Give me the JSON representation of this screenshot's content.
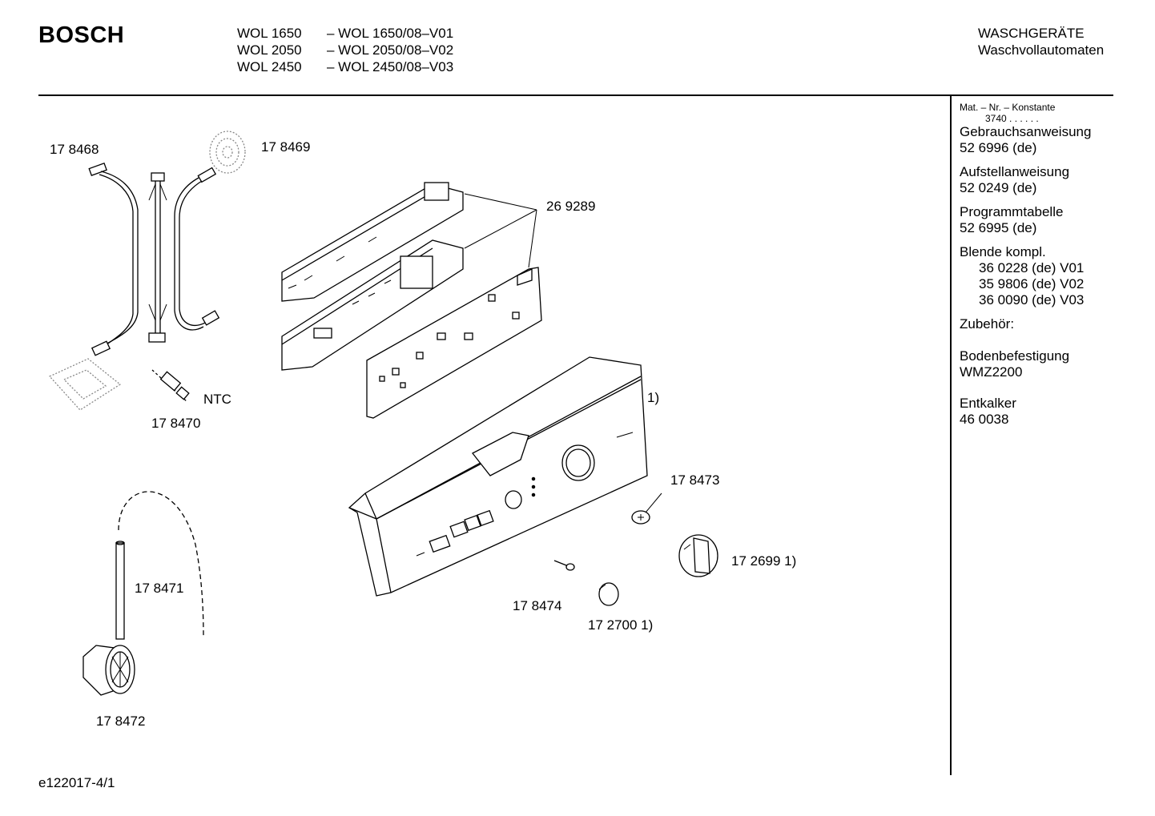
{
  "header": {
    "brand": "BOSCH",
    "models": [
      {
        "model": "WOL 1650",
        "variant": "– WOL 1650/08–V01"
      },
      {
        "model": "WOL 2050",
        "variant": "– WOL 2050/08–V02"
      },
      {
        "model": "WOL 2450",
        "variant": "–  WOL  2450/08–V03"
      }
    ],
    "category": "WASCHGERÄTE",
    "subcategory": "Waschvollautomaten"
  },
  "sidebar": {
    "mat_header": "Mat. – Nr. – Konstante",
    "mat_value": "3740  .  .   .  .  .  .",
    "gebrauch_label": "Gebrauchsanweisung",
    "gebrauch_value": "52 6996 (de)",
    "aufstell_label": "Aufstellanweisung",
    "aufstell_value": "52 0249 (de)",
    "programm_label": "Programmtabelle",
    "programm_value": "52 6995 (de)",
    "blende_label": "Blende kompl.",
    "blende_values": [
      "36 0228 (de) V01",
      "35 9806 (de) V02",
      "36 0090 (de) V03"
    ],
    "zubehoer_label": "Zubehör:",
    "boden_label": "Bodenbefestigung",
    "boden_value": "WMZ2200",
    "entkalker_label": "Entkalker",
    "entkalker_value": "46 0038"
  },
  "labels": {
    "p178468": "17 8468",
    "p178469": "17 8469",
    "p269289": "26 9289",
    "ntc": "NTC",
    "p178470": "17 8470",
    "note1": "1)",
    "p178473": "17 8473",
    "p172699": "17 2699 1)",
    "p178471": "17 8471",
    "p178474": "17 8474",
    "p172700": "17 2700 1)",
    "p178472": "17 8472"
  },
  "footer": {
    "code": "e122017-4/1"
  }
}
